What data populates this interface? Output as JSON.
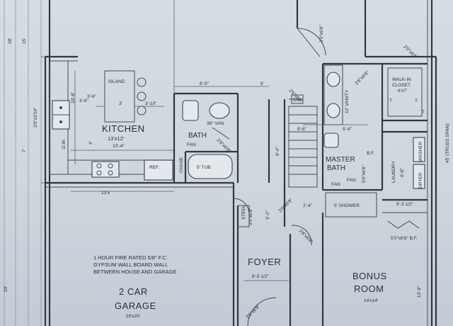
{
  "rooms": {
    "kitchen": "KITCHEN",
    "kitchen_size": "13'x12'",
    "island": "ISLAND",
    "bath": "BATH",
    "master_bath": "MASTER",
    "master_bath_2": "BATH",
    "walk_in_closet": "WALK-IN",
    "walk_in_closet_2": "CLOSET",
    "closet_size": "6'x7'",
    "laundry": "LAUNDRY",
    "laundry_size": "6'-8\"",
    "foyer": "FOYER",
    "bonus_room": "BONUS",
    "bonus_room_2": "ROOM",
    "bonus_size": "14'x14'",
    "garage": "2 CAR",
    "garage_2": "GARAGE",
    "garage_size": "20'x20'"
  },
  "fixtures": {
    "tub": "5' TUB",
    "shower": "5' SHOWER",
    "vanity": "36\" VAN",
    "vanity_master": "12' VANITY",
    "ref": "REF.",
    "dw": "D.W.",
    "fan1": "FAN",
    "fan2": "FAN",
    "fan3": "FAN",
    "chase": "CHASE",
    "dryer": "DRYER",
    "washer": "WASHER",
    "dn": "DN",
    "steel": "STEEL",
    "window": "3'0\"x3'10\""
  },
  "dimensions": {
    "d_6_5": "6'-5\"",
    "d_5": "5'",
    "d_10_8": "10'-8\"",
    "d_3_6": "3'-6\"",
    "d_3_10": "3'-10\"",
    "d_3": "3'",
    "d_10_4": "10'-4\"",
    "d_4": "4'",
    "d_13": "13'±",
    "d_9_6": "9'-6\"",
    "d_5_4": "5'-4\"",
    "d_9_4": "9'-4\"",
    "d_2_4": "2'-4\"",
    "d_3_2": "3'-2\"",
    "d_6_5_half": "6'-5 1/2\"",
    "d_6_3": "6'-3 1/2\"",
    "d_28": "28'",
    "d_15": "15'",
    "d_7": "7'",
    "d_20": "20'",
    "d_45": "45' (TRUSS SPAN)",
    "d_13_6": "13'-6\"",
    "d_t1": "T",
    "d_t2": "T",
    "d_t3": "T",
    "d_bf": "B.F."
  },
  "doors": {
    "dr_3068": "3'0\"x6'8\"",
    "dr_2668a": "2'6\"x6'8\"",
    "dr_2668b": "2'6\"x6'8\"",
    "dr_2668c": "2'6\"x6'8\"",
    "dr_2068": "2'0\"x6'8\"",
    "dr_2068b": "2'0\"x6'8\"",
    "dr_5068": "5'0\"x6'8\"",
    "dr_5068bf": "5'0\"x6'8\" B.F.",
    "dr_steel": "3'0\"x6'8\"",
    "dr_2868": "2'8\"x6'8\"",
    "dr_3068_foyer": "3'0\"x6'8\"",
    "dr_3068_top": "3'0\"x6'8\""
  },
  "notes": {
    "fire_1": "1 HOUR FIRE RATED 5/8\" F.C.",
    "fire_2": "GYPSUM WALL BOARD WALL",
    "fire_3": "BETWEEN HOUSE AND GARAGE"
  }
}
